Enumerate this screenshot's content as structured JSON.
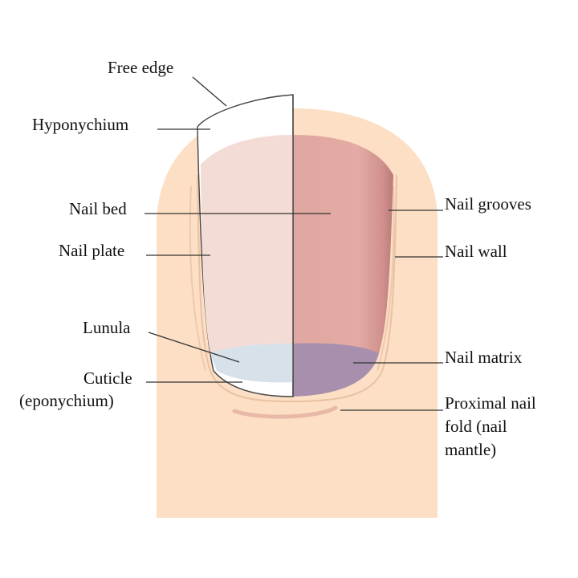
{
  "labels": {
    "free_edge": "Free edge",
    "hyponychium": "Hyponychium",
    "nail_bed": "Nail bed",
    "nail_plate": "Nail plate",
    "lunula": "Lunula",
    "cuticle_1": "Cuticle",
    "cuticle_2": "(eponychium)",
    "nail_grooves": "Nail grooves",
    "nail_wall": "Nail wall",
    "nail_matrix": "Nail matrix",
    "proximal_1": "Proximal nail",
    "proximal_2": "fold (nail",
    "proximal_3": "mantle)"
  },
  "colors": {
    "skin": "#fcdfc4",
    "skin_outline": "#e9c6a6",
    "nail_bed_pink": "#e3aaa4",
    "nail_plate_light": "#f4dcd6",
    "lunula_light": "#d6e1ea",
    "matrix_purple": "#a98fae",
    "fold_line": "#e8b9a8"
  }
}
